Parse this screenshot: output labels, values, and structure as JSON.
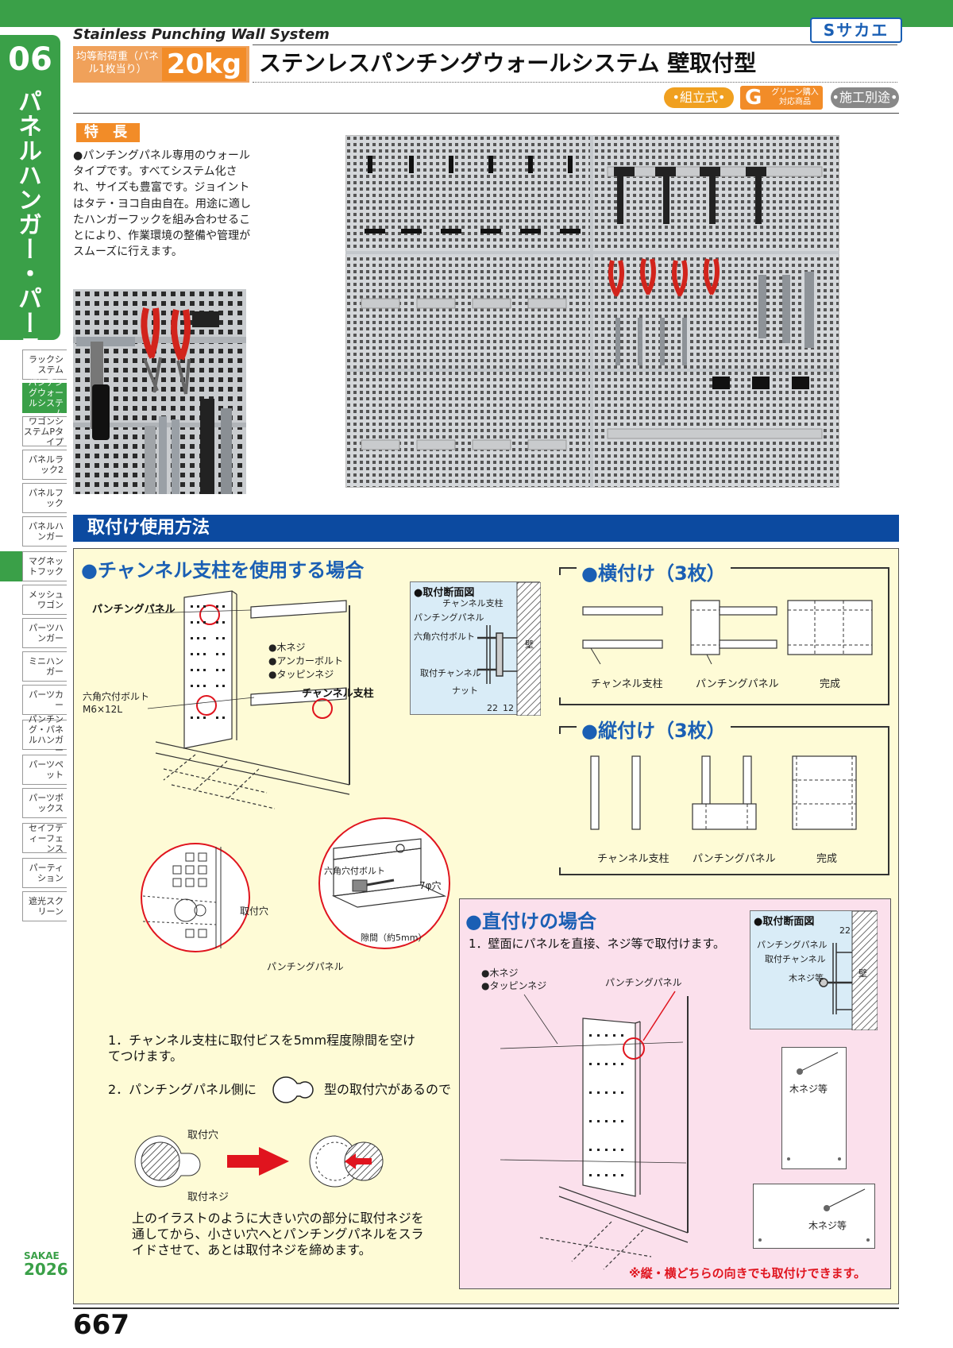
{
  "header": {
    "series_title": "Stainless Punching Wall System",
    "brand": "Sサカエ",
    "chapter_number": "06",
    "chapter_title": "パネルハンガー・パーティション",
    "load_label": "均等耐荷重（パネル1枚当り）",
    "load_value": "20kg",
    "main_title": "ステンレスパンチングウォールシステム 壁取付型",
    "badges": [
      "•組立式•",
      "グリーン購入対応商品",
      "•施工別途•"
    ],
    "badge_green_letter": "G"
  },
  "features": {
    "tag": "特 長",
    "text": "●パンチングパネル専用のウォールタイプです。すべてシステム化され、サイズも豊富です。ジョイントはタテ・ヨコ自由自在。用途に適したハンガーフックを組み合わせることにより、作業環境の整備や管理がスムーズに行えます。"
  },
  "sidebar": {
    "items": [
      {
        "label": "ラックシステム",
        "active": false
      },
      {
        "label": "パンチングウォールシステム",
        "active": true
      },
      {
        "label": "ワゴンシステムPタイプ",
        "active": false
      },
      {
        "label": "パネルラック2",
        "active": false
      },
      {
        "label": "パネルフック",
        "active": false
      },
      {
        "label": "パネルハンガー",
        "active": false
      },
      {
        "label": "マグネットフック",
        "active": false
      },
      {
        "label": "メッシュワゴン",
        "active": false
      },
      {
        "label": "パーツハンガー",
        "active": false
      },
      {
        "label": "ミニハンガー",
        "active": false
      },
      {
        "label": "パーツカー",
        "active": false
      },
      {
        "label": "パンチング・パネルハンガー",
        "active": false
      },
      {
        "label": "パーツペット",
        "active": false
      },
      {
        "label": "パーツボックス",
        "active": false
      },
      {
        "label": "セイフティーフェンス",
        "active": false
      },
      {
        "label": "パーティション",
        "active": false
      },
      {
        "label": "遮光スクリーン",
        "active": false
      }
    ]
  },
  "section": {
    "title": "取付け使用方法",
    "channel": {
      "heading": "●チャンネル支柱を使用する場合",
      "labels": {
        "panel": "パンチングパネル",
        "screws": [
          "●木ネジ",
          "●アンカーボルト",
          "●タッピンネジ"
        ],
        "channel": "チャンネル支柱",
        "bolt": "六角穴付ボルト",
        "bolt_size": "M6×12L",
        "hole": "取付穴",
        "panel2": "パンチングパネル",
        "bolt2": "六角穴付ボルト",
        "hole7": "7φ穴",
        "gap": "隙間（約5mm）"
      },
      "cross_section": {
        "title": "●取付断面図",
        "labels": [
          "チャンネル支柱",
          "パンチングパネル",
          "六角穴付ボルト",
          "取付チャンネル",
          "ナット"
        ],
        "wall": "壁",
        "dims": [
          "22",
          "12"
        ]
      },
      "steps": [
        "1．チャンネル支柱に取付ビスを5mm程度隙間を空けてつけます。",
        "2．パンチングパネル側に",
        "型の取付穴があるので"
      ],
      "slide_labels": {
        "hole": "取付穴",
        "screw": "取付ネジ"
      },
      "note": "上のイラストのように大きい穴の部分に取付ネジを通してから、小さい穴へとパンチングパネルをスライドさせて、あとは取付ネジを締めます。"
    },
    "horizontal": {
      "heading": "●横付け（3枚）",
      "labels": [
        "チャンネル支柱",
        "パンチングパネル",
        "完成"
      ]
    },
    "vertical": {
      "heading": "●縦付け（3枚）",
      "labels": [
        "チャンネル支柱",
        "パンチングパネル",
        "完成"
      ]
    },
    "direct": {
      "heading": "●直付けの場合",
      "step": "1．壁面にパネルを直接、ネジ等で取付けます。",
      "screws": [
        "●木ネジ",
        "●タッピンネジ"
      ],
      "panel": "パンチングパネル",
      "cross_section": {
        "title": "●取付断面図",
        "labels": [
          "パンチングパネル",
          "取付チャンネル",
          "木ネジ等"
        ],
        "wall": "壁",
        "dim": "22"
      },
      "screw_label": "木ネジ等",
      "note": "※縦・横どちらの向きでも取付けできます。"
    }
  },
  "footer": {
    "page_number": "667",
    "brand": "SAKAE",
    "year": "2026"
  },
  "colors": {
    "green": "#3aa048",
    "blue": "#0c4aa0",
    "orange": "#f28c28",
    "yellow_panel": "#fefbd6",
    "pink_panel": "#fbe0ec",
    "red": "#e0141e"
  }
}
